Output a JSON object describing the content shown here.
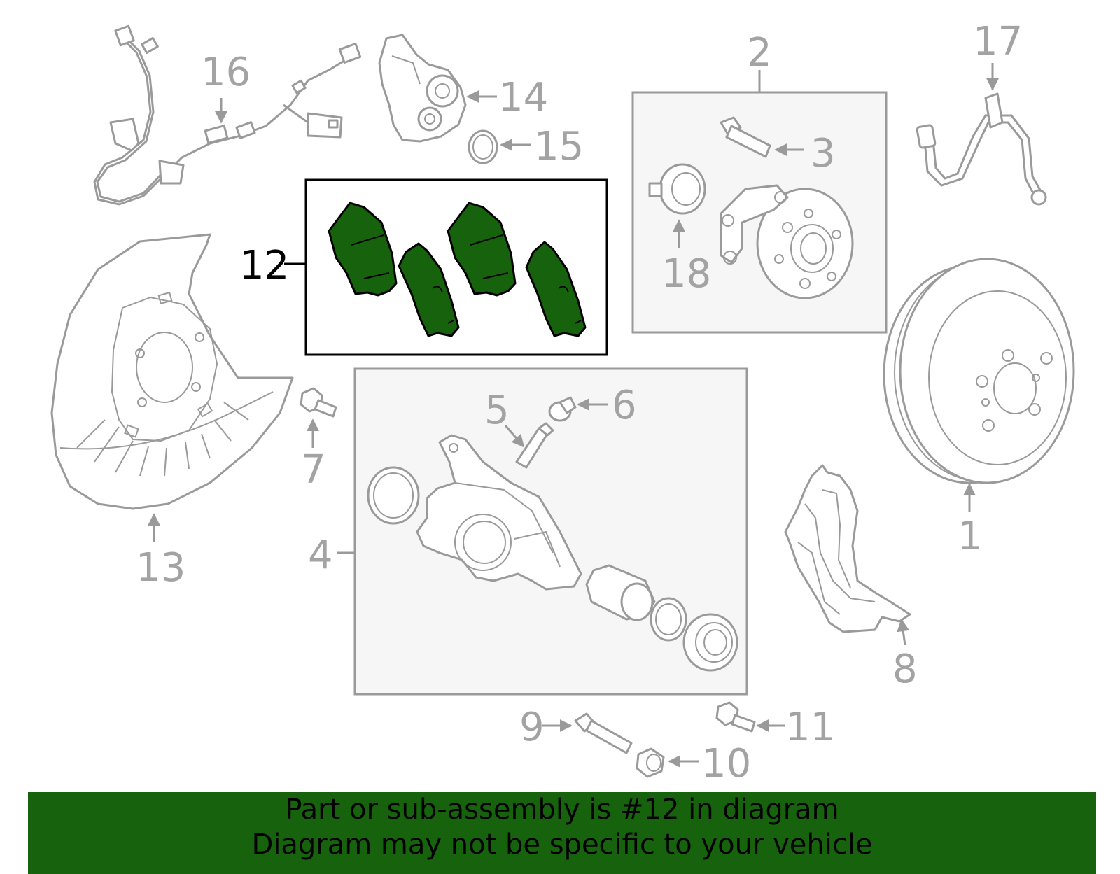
{
  "callouts": {
    "c1": "1",
    "c2": "2",
    "c3": "3",
    "c4": "4",
    "c5": "5",
    "c6": "6",
    "c7": "7",
    "c8": "8",
    "c9": "9",
    "c10": "10",
    "c11": "11",
    "c12": "12",
    "c13": "13",
    "c14": "14",
    "c15": "15",
    "c16": "16",
    "c17": "17",
    "c18": "18"
  },
  "highlight": {
    "part": "12",
    "color": "#17620c"
  },
  "footer": {
    "line1": "Part or sub-assembly is #12 in diagram",
    "line2": "Diagram may not be specific to your vehicle"
  },
  "colors": {
    "line_gray": "#9a9a9a",
    "highlight_green": "#17620c",
    "box_fill": "#f6f6f6"
  }
}
